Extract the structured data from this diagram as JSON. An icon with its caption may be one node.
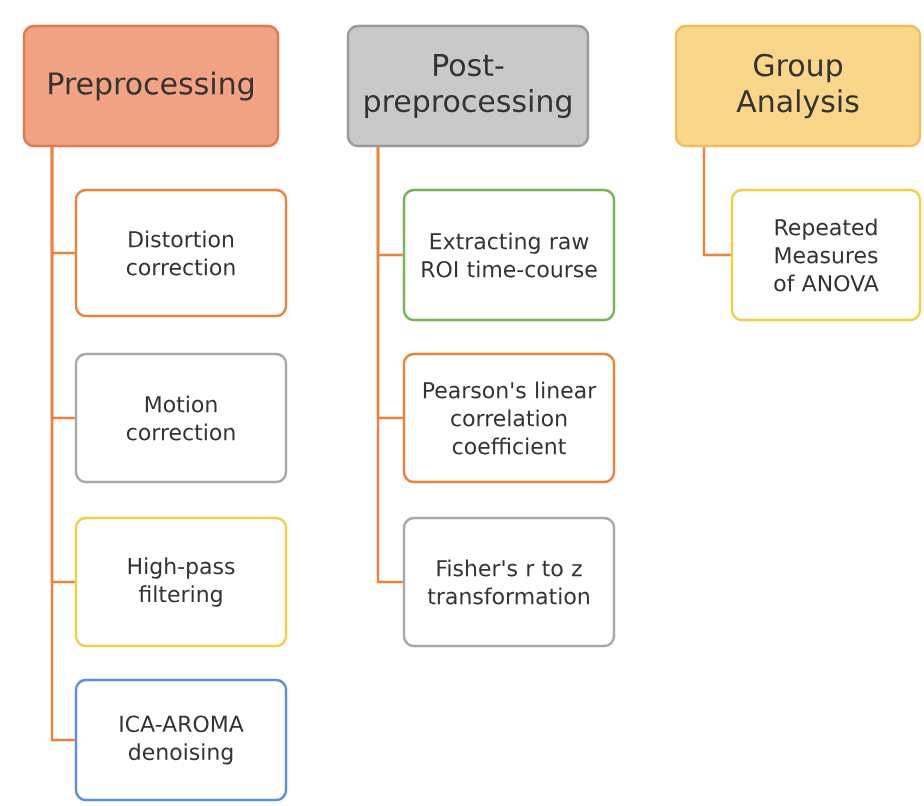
{
  "diagram": {
    "nodes": [
      {
        "text": [
          "Preprocessing"
        ]
      },
      {
        "text": [
          "Post-preprocessing"
        ]
      },
      {
        "text": [
          "Group Analysis"
        ]
      },
      {
        "text": [
          "Distortion correction"
        ]
      },
      {
        "text": [
          "Motion correction"
        ]
      },
      {
        "text": [
          "High-pass filtering"
        ]
      },
      {
        "text": [
          "ICA-AROMA denoising"
        ]
      },
      {
        "text": [
          "Extracting raw ROI time-course"
        ]
      },
      {
        "text": [
          "Pearson's linear correlation coefficient"
        ]
      },
      {
        "text": [
          "Fisher's r to z transformation"
        ]
      },
      {
        "text": [
          "Repeated Measures of ANOVA"
        ]
      }
    ],
    "edges": [
      {
        "from": 0,
        "to": 3,
        "arrow": "none"
      },
      {
        "from": 0,
        "to": 4,
        "arrow": "none"
      },
      {
        "from": 0,
        "to": 5,
        "arrow": "none"
      },
      {
        "from": 0,
        "to": 6,
        "arrow": "none"
      },
      {
        "from": 1,
        "to": 7,
        "arrow": "none"
      },
      {
        "from": 1,
        "to": 8,
        "arrow": "none"
      },
      {
        "from": 1,
        "to": 9,
        "arrow": "none"
      },
      {
        "from": 2,
        "to": 10,
        "arrow": "none"
      }
    ]
  }
}
